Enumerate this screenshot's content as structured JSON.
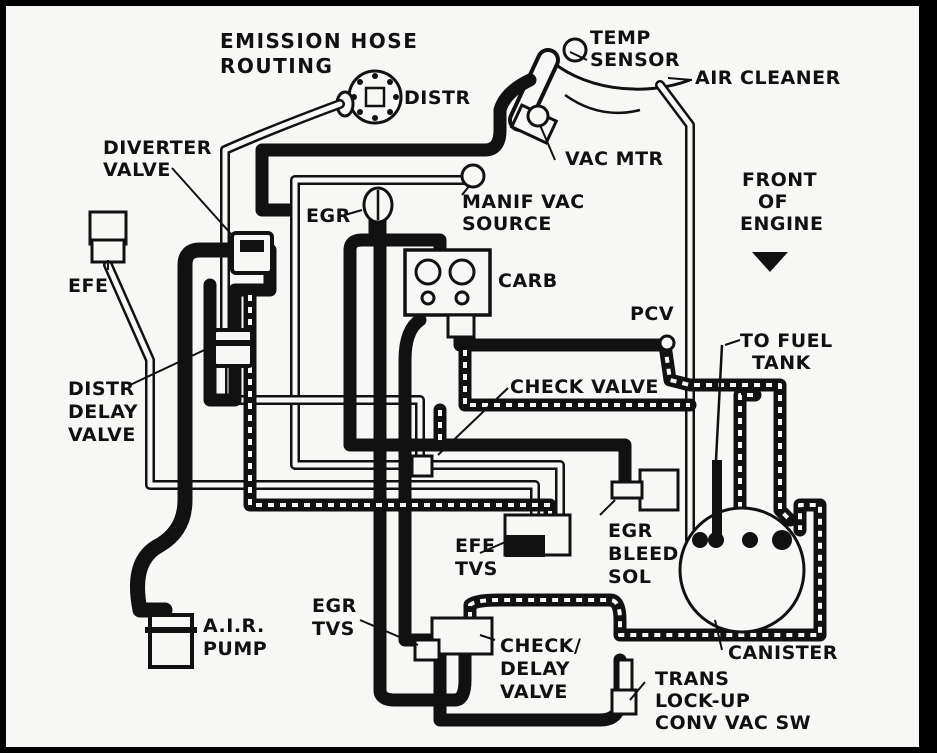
{
  "diagram": {
    "title_line1": "EMISSION HOSE",
    "title_line2": "ROUTING",
    "labels": {
      "distr": "DISTR",
      "temp_sensor_1": "TEMP",
      "temp_sensor_2": "SENSOR",
      "air_cleaner": "AIR CLEANER",
      "vac_mtr": "VAC MTR",
      "diverter_valve_1": "DIVERTER",
      "diverter_valve_2": "VALVE",
      "manif_vac_1": "MANIF VAC",
      "manif_vac_2": "SOURCE",
      "egr": "EGR",
      "front_1": "FRONT",
      "front_2": "OF",
      "front_3": "ENGINE",
      "efe": "EFE",
      "carb": "CARB",
      "pcv": "PCV",
      "to_fuel_1": "TO FUEL",
      "to_fuel_2": "TANK",
      "distr_delay_1": "DISTR",
      "distr_delay_2": "DELAY",
      "distr_delay_3": "VALVE",
      "check_valve": "CHECK VALVE",
      "efe_tvs_1": "EFE",
      "efe_tvs_2": "TVS",
      "egr_bleed_1": "EGR",
      "egr_bleed_2": "BLEED",
      "egr_bleed_3": "SOL",
      "air_pump_1": "A.I.R.",
      "air_pump_2": "PUMP",
      "egr_tvs_1": "EGR",
      "egr_tvs_2": "TVS",
      "check_delay_1": "CHECK/",
      "check_delay_2": "DELAY",
      "check_delay_3": "VALVE",
      "canister": "CANISTER",
      "trans_1": "TRANS",
      "trans_2": "LOCK-UP",
      "trans_3": "CONV VAC SW"
    },
    "colors": {
      "ink": "#111111",
      "paper": "#f7f7f5",
      "border": "#000000"
    }
  }
}
